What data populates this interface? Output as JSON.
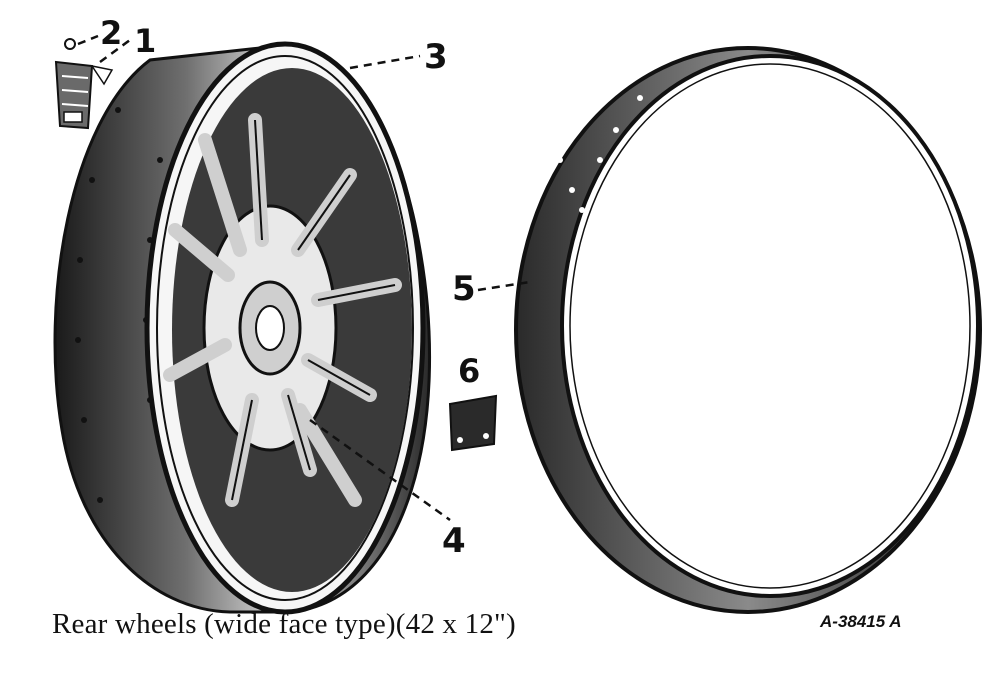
{
  "callouts": {
    "c1": "1",
    "c2": "2",
    "c3": "3",
    "c4": "4",
    "c5": "5",
    "c6": "6"
  },
  "caption": "Rear wheels (wide face type)(42 x 12\")",
  "drawing_number": "A-38415 A",
  "icons": [
    "wheel-icon",
    "rim-band-icon",
    "lug-icon",
    "plate-icon"
  ]
}
